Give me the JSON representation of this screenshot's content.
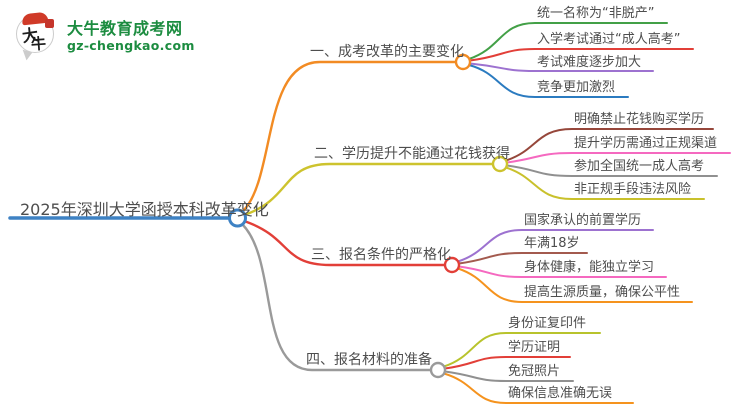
{
  "logo": {
    "icon_text_top": "大",
    "icon_text_bottom": "牛",
    "title": "大牛教育成考网",
    "domain": "gz-chengkao.com",
    "brand_color": "#1c8c40"
  },
  "mindmap": {
    "root": {
      "label": "2025年深圳大学函授本科改革变化",
      "color": "#3e82c4"
    },
    "branches": [
      {
        "label": "一、成考改革的主要变化",
        "color": "#f28b23",
        "children": [
          {
            "label": "统一名称为“非脱产”",
            "color": "#43a047"
          },
          {
            "label": "入学考试通过“成人高考”",
            "color": "#e23f38"
          },
          {
            "label": "考试难度逐步加大",
            "color": "#9d72d0"
          },
          {
            "label": "竞争更加激烈",
            "color": "#2b7bc0"
          }
        ]
      },
      {
        "label": "二、学历提升不能通过花钱获得",
        "color": "#cdc32e",
        "children": [
          {
            "label": "明确禁止花钱购买学历",
            "color": "#96473b"
          },
          {
            "label": "提升学历需通过正规渠道",
            "color": "#f569c0"
          },
          {
            "label": "参加全国统一成人高考",
            "color": "#909090"
          },
          {
            "label": "非正规手段违法风险",
            "color": "#c9c12c"
          }
        ]
      },
      {
        "label": "三、报名条件的严格化",
        "color": "#e23f38",
        "children": [
          {
            "label": "国家承认的前置学历",
            "color": "#9d72d0"
          },
          {
            "label": "年满18岁",
            "color": "#a35a4e"
          },
          {
            "label": "身体健康，能独立学习",
            "color": "#f569c0"
          },
          {
            "label": "提高生源质量，确保公平性",
            "color": "#f5931e"
          }
        ]
      },
      {
        "label": "四、报名材料的准备",
        "color": "#9a9a9a",
        "children": [
          {
            "label": "身份证复印件",
            "color": "#b8c32c"
          },
          {
            "label": "学历证明",
            "color": "#e23f38"
          },
          {
            "label": "免冠照片",
            "color": "#909090"
          },
          {
            "label": "确保信息准确无误",
            "color": "#f5931e"
          }
        ]
      }
    ]
  }
}
